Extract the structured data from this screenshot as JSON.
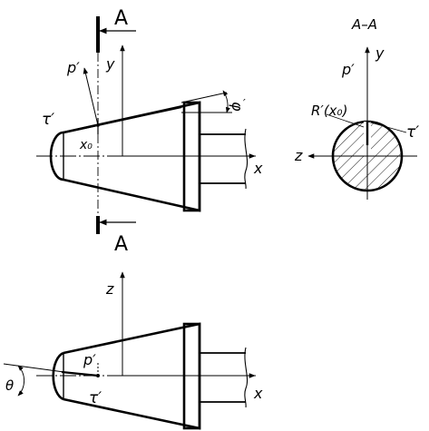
{
  "section_marks": {
    "top": "A",
    "bottom": "A"
  },
  "front_view": {
    "labels": {
      "p_prime": "p′",
      "y_axis": "y",
      "tau_prime": "τ′",
      "x0": "x₀",
      "x_axis": "x",
      "phi": "φ",
      "phi_prime_mark": "′"
    }
  },
  "section_view": {
    "title": "A–A",
    "labels": {
      "p_prime": "p′",
      "y_axis": "y",
      "r_prime": "R′(x₀)",
      "tau_prime": "τ′",
      "z_axis": "z"
    }
  },
  "top_view": {
    "labels": {
      "z_axis": "z",
      "p_prime": "p′",
      "theta": "θ",
      "tau_prime": "τ′",
      "x_axis": "x"
    }
  }
}
